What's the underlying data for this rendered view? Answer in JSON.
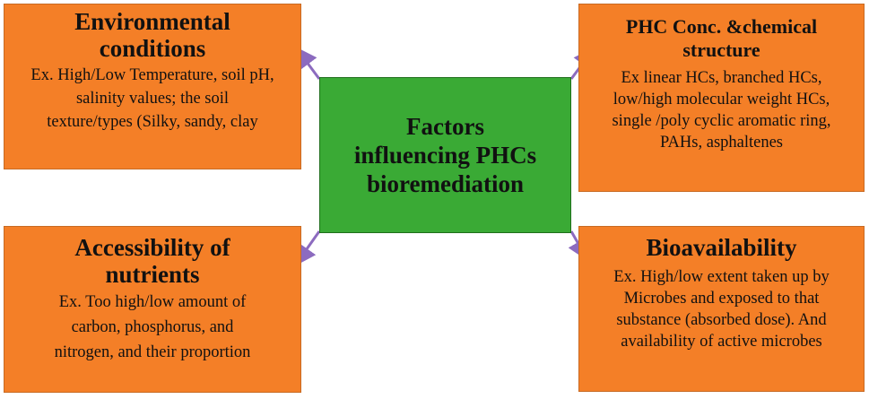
{
  "center": {
    "lines": [
      "Factors",
      "influencing PHCs",
      "bioremediation"
    ],
    "color": "#3aaa35"
  },
  "boxes": {
    "environmental": {
      "title_lines": [
        "Environmental",
        "conditions"
      ],
      "body_lines": [
        "Ex. High/Low Temperature, soil pH,",
        "salinity values; the soil",
        "texture/types (Silky,  sandy, clay"
      ]
    },
    "phc": {
      "title_lines": [
        "PHC Conc. &chemical",
        "structure"
      ],
      "body_lines": [
        "Ex linear  HCs, branched HCs,",
        "low/high molecular weight HCs,",
        "single /poly cyclic aromatic ring,",
        "PAHs,  asphaltenes"
      ]
    },
    "accessibility": {
      "title_lines": [
        "Accessibility of",
        "nutrients"
      ],
      "body_lines": [
        "Ex. Too high/low  amount of",
        "carbon, phosphorus, and",
        "nitrogen, and their proportion"
      ]
    },
    "bioavailability": {
      "title_lines": [
        "Bioavailability"
      ],
      "body_lines": [
        "Ex. High/low extent taken up by",
        "Microbes and exposed to that",
        "substance (absorbed dose). And",
        "availability of  active microbes"
      ]
    }
  },
  "colors": {
    "box_fill": "#f47f27",
    "arrow": "#8c6bbf"
  }
}
